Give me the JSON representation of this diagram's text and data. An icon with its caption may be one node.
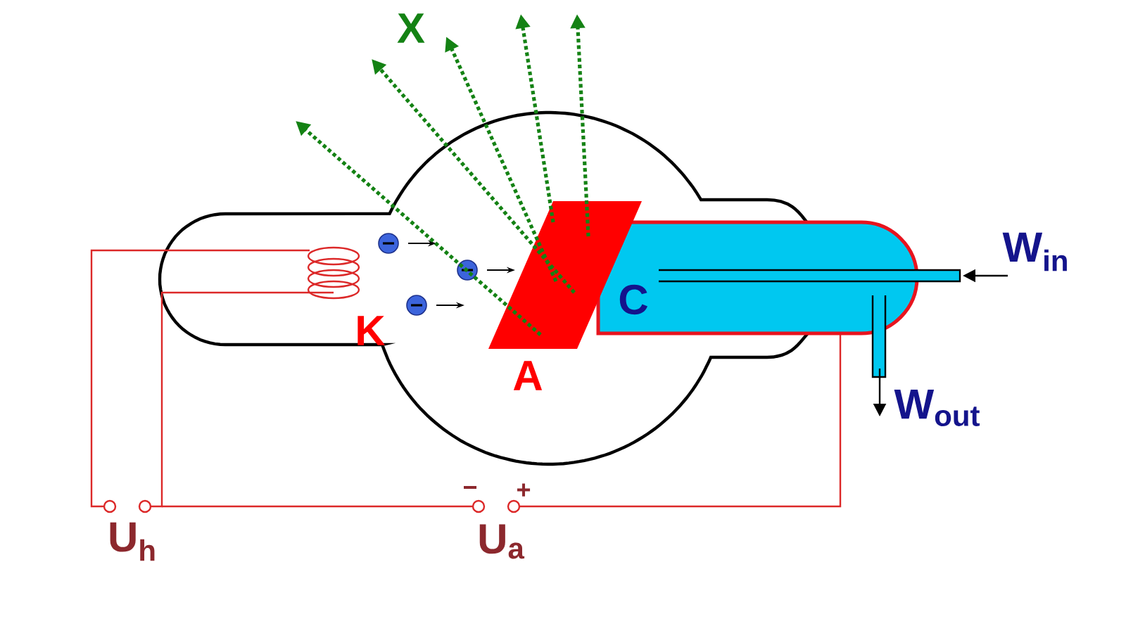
{
  "diagram": {
    "labels": [
      "X",
      "K",
      "C",
      "W$_{in}$",
      "A",
      "W$_{out}$",
      "−",
      "+",
      "U$_{h}$",
      "U$_{a}$"
    ]
  }
}
